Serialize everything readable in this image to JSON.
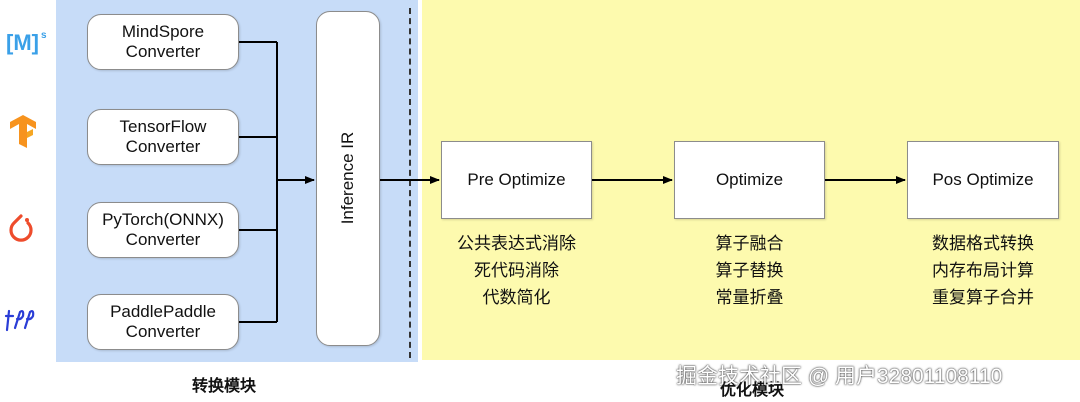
{
  "frameworks": {
    "mindspore_icon": "mindspore-logo",
    "tensorflow_icon": "tensorflow-logo",
    "pytorch_icon": "pytorch-logo",
    "paddle_icon": "paddlepaddle-logo"
  },
  "converters": [
    {
      "line1": "MindSpore",
      "line2": "Converter"
    },
    {
      "line1": "TensorFlow",
      "line2": "Converter"
    },
    {
      "line1": "PyTorch(ONNX)",
      "line2": "Converter"
    },
    {
      "line1": "PaddlePaddle",
      "line2": "Converter"
    }
  ],
  "ir": {
    "label": "Inference IR"
  },
  "optimizers": [
    {
      "label": "Pre Optimize",
      "notes": [
        "公共表达式消除",
        "死代码消除",
        "代数简化"
      ]
    },
    {
      "label": "Optimize",
      "notes": [
        "算子融合",
        "算子替换",
        "常量折叠"
      ]
    },
    {
      "label": "Pos Optimize",
      "notes": [
        "数据格式转换",
        "内存布局计算",
        "重复算子合并"
      ]
    }
  ],
  "sections": {
    "convert": "转换模块",
    "optimize": "优化模块"
  },
  "watermark": "掘金技术社区 @ 用户3280110811​0",
  "colors": {
    "convert_panel": "#c7dcf8",
    "optimize_panel": "#fdfaae",
    "mindspore": "#3aa0e8",
    "tensorflow": "#f7931e",
    "pytorch": "#ee4c2c",
    "paddle": "#2a3dd6"
  }
}
